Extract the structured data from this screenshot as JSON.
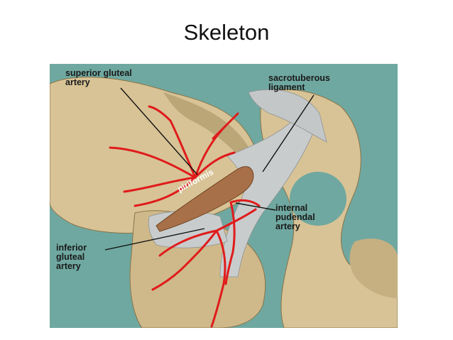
{
  "slide": {
    "title": "Skeleton"
  },
  "figure": {
    "labels": {
      "superior_gluteal_artery": "superior gluteal\nartery",
      "sacrotuberous_ligament": "sacrotuberous\nligament",
      "piriformis": "piriformis",
      "internal_pudendal_artery": "internal\npudendal\nartery",
      "inferior_gluteal_artery": "inferior\ngluteal\nartery"
    },
    "colors": {
      "background": "#6fa8a0",
      "bone": "#d8c396",
      "bone_shadow": "#b29c6e",
      "ligament": "#c9cccd",
      "muscle": "#a87048",
      "artery": "#e01b1b"
    }
  }
}
